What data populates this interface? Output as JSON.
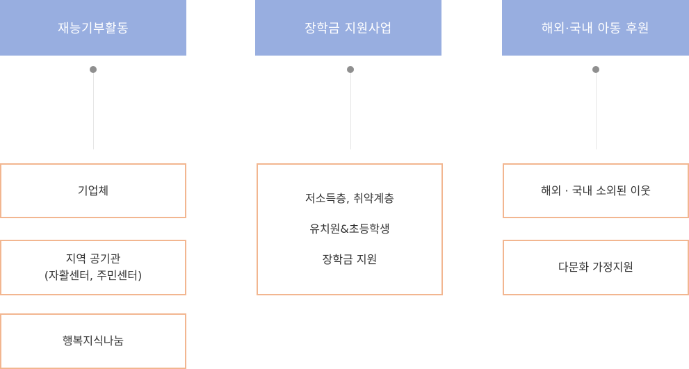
{
  "columns": [
    {
      "header": "재능기부활동",
      "boxes": [
        {
          "lines": [
            "기업체"
          ]
        },
        {
          "lines": [
            "지역 공기관",
            "(자활센터, 주민센터)"
          ]
        },
        {
          "lines": [
            "행복지식나눔"
          ]
        }
      ]
    },
    {
      "header": "장학금 지원사업",
      "boxes": [
        {
          "lines": [
            "저소득층, 취약계층",
            "유치원&초등학생",
            "장학금 지원"
          ]
        }
      ]
    },
    {
      "header": "해외·국내 아동 후원",
      "boxes": [
        {
          "lines": [
            "해외 · 국내 소외된 이웃"
          ]
        },
        {
          "lines": [
            "다문화 가정지원"
          ]
        }
      ]
    }
  ],
  "colors": {
    "header_bg": "#98aee0",
    "box_border": "#f2b690",
    "connector_dot": "#8f8f8f"
  }
}
